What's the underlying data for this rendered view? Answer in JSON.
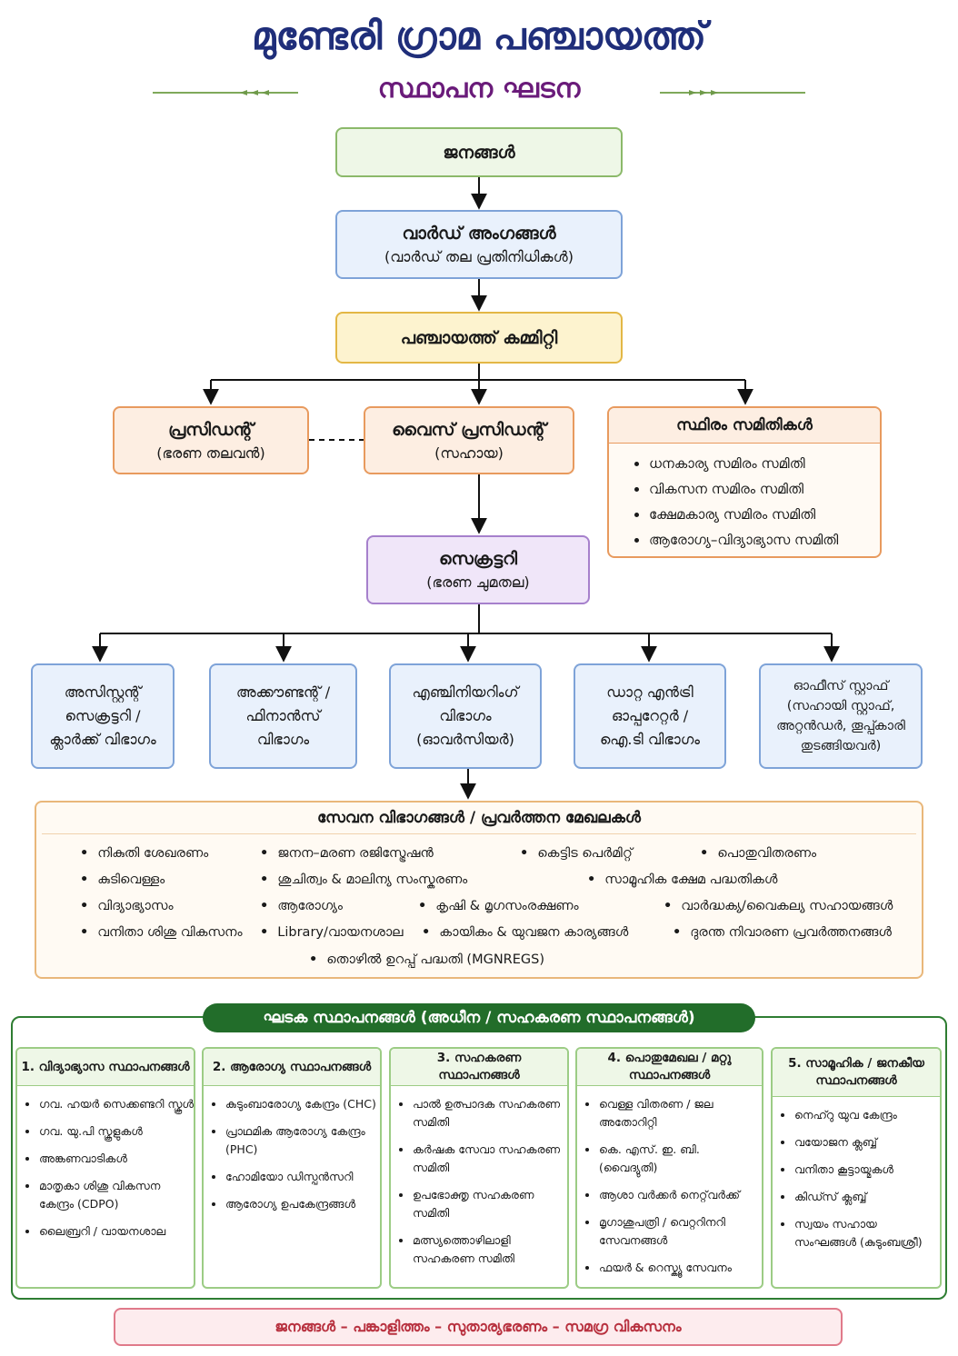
{
  "title": "മുണ്ടേരി ഗ്രാമ പഞ്ചായത്ത്",
  "subtitle": "സ്ഥാപന ഘടന",
  "colors": {
    "title": "#1f2e7a",
    "subtitle": "#6a1b7a",
    "accent_green": "#226d2a",
    "footer_text": "#b8313f"
  },
  "decor": {
    "left": "leaf-divider-icon",
    "right": "leaf-divider-icon"
  },
  "people": {
    "title": "ജനങ്ങൾ"
  },
  "ward": {
    "title": "വാർഡ് അംഗങ്ങൾ",
    "sub": "(വാർഡ് തല പ്രതിനിധികൾ)"
  },
  "committee": {
    "title": "പഞ്ചായത്ത് കമ്മിറ്റി"
  },
  "president": {
    "title": "പ്രസിഡന്റ്",
    "sub": "(ഭരണ തലവൻ)"
  },
  "vice_president": {
    "title": "വൈസ് പ്രസിഡന്റ്",
    "sub": "(സഹായ)"
  },
  "standing": {
    "title": "സ്ഥിരം സമിതികൾ",
    "items": [
      "ധനകാര്യ സമിരം സമിതി",
      "വികസന സമിരം സമിതി",
      "ക്ഷേമകാര്യ സമിരം സമിതി",
      "ആരോഗ്യ–വിദ്യാഭ്യാസ സമിതി"
    ]
  },
  "secretary": {
    "title": "സെക്രട്ടറി",
    "sub": "(ഭരണ ചുമതല)"
  },
  "departments": [
    {
      "lines": [
        "അസിസ്റ്റന്റ്",
        "സെക്രട്ടറി /",
        "ക്ലാർക്ക് വിഭാഗം"
      ]
    },
    {
      "lines": [
        "അക്കൗണ്ടന്റ് /",
        "ഫിനാൻസ്",
        "വിഭാഗം"
      ]
    },
    {
      "lines": [
        "എഞ്ചിനിയറിംഗ്",
        "വിഭാഗം",
        "(ഓവർസിയർ)"
      ]
    },
    {
      "lines": [
        "ഡാറ്റ എൻട്രി",
        "ഓപ്പറേറ്റർ /",
        "ഐ.ടി വിഭാഗം"
      ]
    },
    {
      "lines": [
        "ഓഫീസ് സ്റ്റാഫ്",
        "(സഹായി സ്റ്റാഫ്,",
        "അറ്റൻഡർ, തൂപ്പ്കാരി",
        "തുടങ്ങിയവർ)"
      ]
    }
  ],
  "services": {
    "title": "സേവന വിഭാഗങ്ങൾ / പ്രവർത്തന മേഖലകൾ",
    "rows": [
      [
        "നികുതി ശേഖരണം",
        "ജനന–മരണ രജിസ്ട്രേഷൻ",
        "കെട്ടിട പെർമിറ്റ്",
        "പൊതുവിതരണം"
      ],
      [
        "കുടിവെള്ളം",
        "ശുചിത്വം & മാലിന്യ സംസ്കരണം",
        "സാമൂഹിക ക്ഷേമ പദ്ധതികൾ"
      ],
      [
        "വിദ്യാഭ്യാസം",
        "ആരോഗ്യം",
        "കൃഷി & മൃഗസംരക്ഷണം",
        "വാർദ്ധക്യ/വൈകല്യ സഹായങ്ങൾ"
      ],
      [
        "വനിതാ ശിശു വികസനം",
        "Library/വായനശാല",
        "കായികം & യുവജന കാര്യങ്ങൾ",
        "ദുരന്ത നിവാരണ പ്രവർത്തനങ്ങൾ"
      ],
      [
        "തൊഴിൽ ഉറപ്പ് പദ്ധതി (MGNREGS)"
      ]
    ]
  },
  "institutions": {
    "title": "ഘടക സ്ഥാപനങ്ങൾ (അധീന / സഹകരണ സ്ഥാപനങ്ങൾ)",
    "columns": [
      {
        "title": "1. വിദ്യാഭ്യാസ സ്ഥാപനങ്ങൾ",
        "items": [
          "ഗവ. ഹയർ സെക്കണ്ടറി സ്കൂൾ",
          "ഗവ. യു.പി സ്കൂളുകൾ",
          "അങ്കണവാടികൾ",
          "മാതൃകാ ശിശു വികസന കേന്ദ്രം (CDPO)",
          "ലൈബ്രറി / വായനശാല"
        ]
      },
      {
        "title": "2. ആരോഗ്യ സ്ഥാപനങ്ങൾ",
        "items": [
          "കുടുംബാരോഗ്യ കേന്ദ്രം (CHC)",
          "പ്രാഥമിക ആരോഗ്യ കേന്ദ്രം (PHC)",
          "ഹോമിയോ ഡിസ്പൻസറി",
          "ആരോഗ്യ ഉപകേന്ദ്രങ്ങൾ"
        ]
      },
      {
        "title": "3. സഹകരണ സ്ഥാപനങ്ങൾ",
        "items": [
          "പാൽ ഉത്പാദക സഹകരണ സമിതി",
          "കർഷക സേവാ സഹകരണ സമിതി",
          "ഉപഭോക്തൃ സഹകരണ സമിതി",
          "മത്സ്യത്തൊഴിലാളി സഹകരണ സമിതി"
        ]
      },
      {
        "title": "4. പൊതുമേഖല / മറ്റു സ്ഥാപനങ്ങൾ",
        "items": [
          "വെള്ള വിതരണ / ജല അതോറിറ്റി",
          "കെ. എസ്. ഇ. ബി. (വൈദ്യുതി)",
          "ആശാ വർക്കർ നെറ്റ്‌വർക്ക്",
          "മൃഗാശുപത്രി / വെറ്ററിനറി സേവനങ്ങൾ",
          "ഫയർ & റെസ്ക്യൂ സേവനം"
        ]
      },
      {
        "title": "5. സാമൂഹിക / ജനകീയ സ്ഥാപനങ്ങൾ",
        "items": [
          "നെഹ്റു യുവ കേന്ദ്രം",
          "വയോജന ക്ലബ്ബ്",
          "വനിതാ കൂട്ടായ്മകൾ",
          "കിഡ്സ് ക്ലബ്ബ്",
          "സ്വയം സഹായ സംഘങ്ങൾ (കുടുംബശ്രീ)"
        ]
      }
    ]
  },
  "footer": "ജനങ്ങൾ – പങ്കാളിത്തം – സുതാര്യഭരണം – സമഗ്ര വികസനം"
}
